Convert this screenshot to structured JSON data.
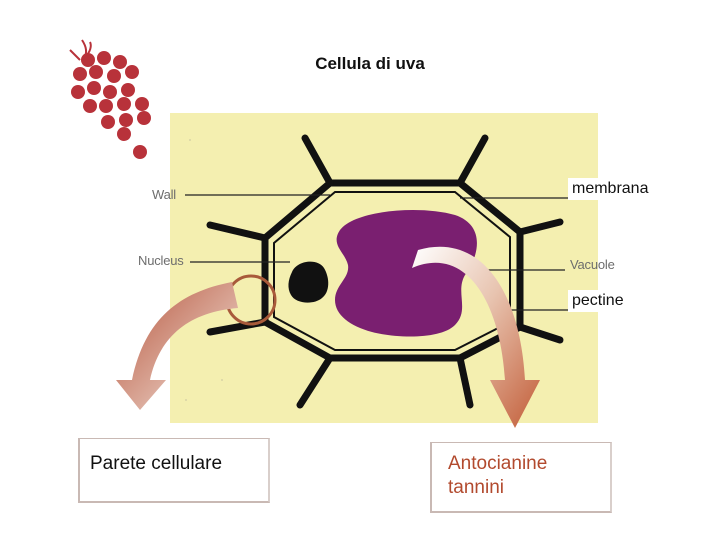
{
  "title": "Cellula di uva",
  "labels": {
    "membrana": "membrana",
    "pectine": "pectine",
    "wall": "Wall",
    "nucleus": "Nucleus",
    "vacuole": "Vacuole"
  },
  "callouts": {
    "left": "Parete cellulare",
    "right_line1": "Antocianine",
    "right_line2": "tannini"
  },
  "colors": {
    "cell_background": "#f4efb0",
    "vacuole": "#7a1f70",
    "nucleus": "#111111",
    "grape": "#b8323a",
    "arrow_left": "#a84630",
    "arrow_right": "#c0603a",
    "right_text": "#b24a2e"
  },
  "logo_icon": "grape-cluster-icon"
}
